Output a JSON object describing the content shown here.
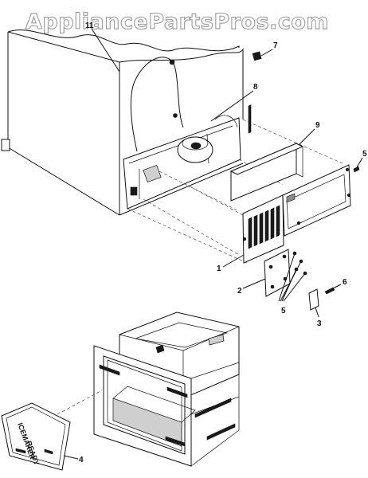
{
  "watermark": "AppliancePartsPros.com",
  "callouts": {
    "c1": "1",
    "c2": "2",
    "c3": "3",
    "c4": "4",
    "c5a": "5",
    "c5b": "5",
    "c6": "6",
    "c7": "7",
    "c8": "8",
    "c9": "9",
    "c11": "11"
  },
  "icemaker_lid_text": {
    "line1": "ICEMAKER",
    "line2": "READY"
  },
  "colors": {
    "line": "#111111",
    "watermark_outline": "#9a9a9a",
    "background": "#ffffff"
  }
}
